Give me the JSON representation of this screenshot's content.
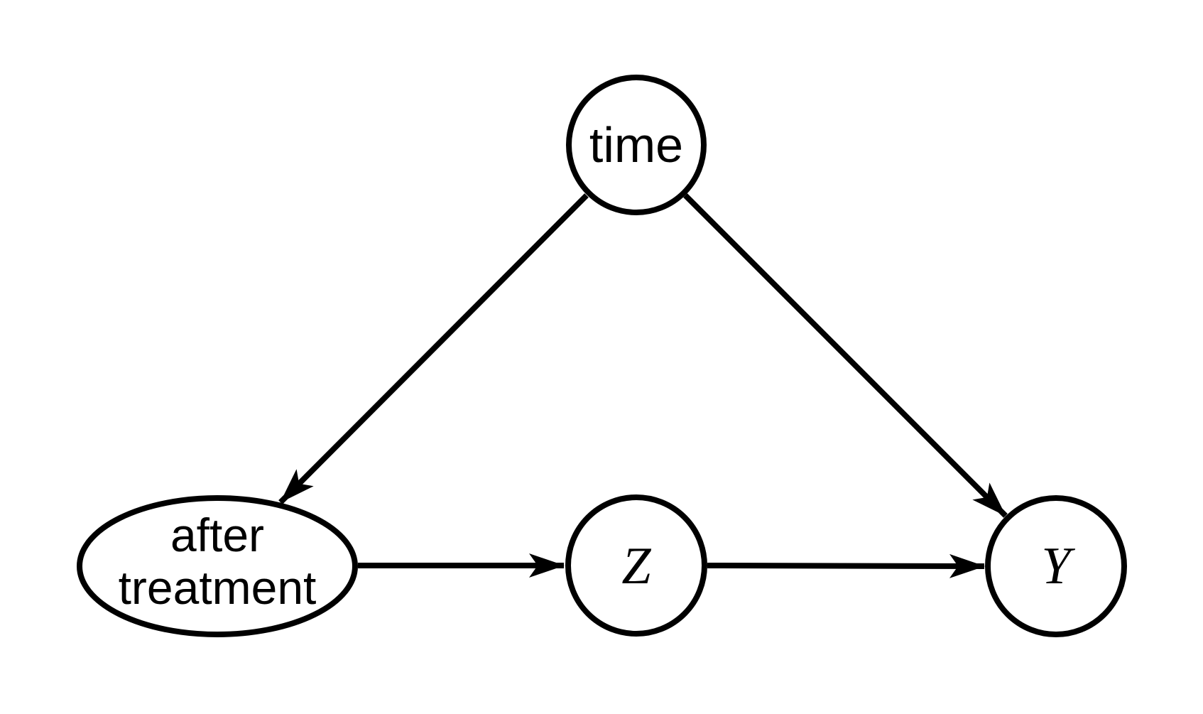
{
  "diagram": {
    "type": "causal-dag",
    "background_color": "#ffffff",
    "line_color": "#000000",
    "nodes": [
      {
        "id": "time",
        "label": "time",
        "shape": "circle",
        "text_style": "sans"
      },
      {
        "id": "after_treatment",
        "label": "after treatment",
        "lines": [
          "after",
          "treatment"
        ],
        "shape": "ellipse",
        "text_style": "sans"
      },
      {
        "id": "Z",
        "label": "Z",
        "shape": "circle",
        "text_style": "math-italic"
      },
      {
        "id": "Y",
        "label": "Y",
        "shape": "circle",
        "text_style": "math-italic"
      }
    ],
    "edges": [
      {
        "from": "time",
        "to": "after_treatment",
        "directed": true
      },
      {
        "from": "time",
        "to": "Y",
        "directed": true
      },
      {
        "from": "after_treatment",
        "to": "Z",
        "directed": true
      },
      {
        "from": "Z",
        "to": "Y",
        "directed": true
      }
    ]
  }
}
